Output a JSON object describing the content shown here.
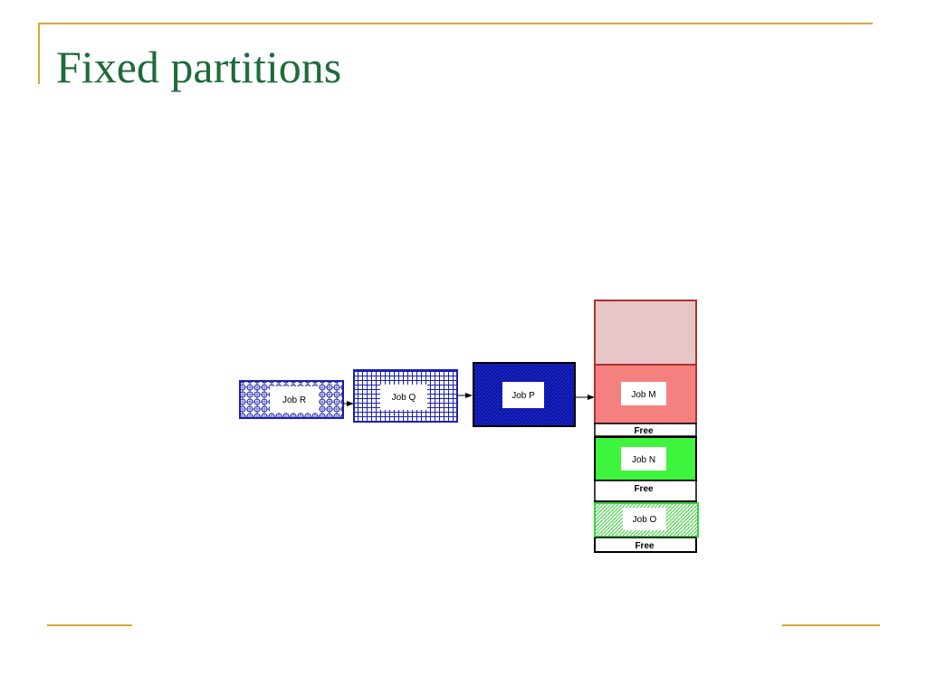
{
  "title": "Fixed partitions",
  "colors": {
    "title": "#1e6b3a",
    "accent_rule": "#d4a83a",
    "queue_blue": "#1a1fb0",
    "queue_dark_blue": "#0a12a8",
    "os_partition_fill": "#e6c6c6",
    "os_partition_border": "#b03030",
    "job_m_fill": "#f58080",
    "job_n_fill": "#3ef53e",
    "job_o_pattern": "#3ecf3e"
  },
  "queue": {
    "job_r": {
      "label": "Job R",
      "pattern": "circle-hatch"
    },
    "job_q": {
      "label": "Job Q",
      "pattern": "grid-hatch"
    },
    "job_p": {
      "label": "Job P",
      "pattern": "solid-dark"
    }
  },
  "memory": {
    "partitions": [
      {
        "id": "os",
        "label": "",
        "free_label": ""
      },
      {
        "id": "job-m",
        "label": "Job M",
        "free_label": "Free"
      },
      {
        "id": "job-n",
        "label": "Job N",
        "free_label": "Free"
      },
      {
        "id": "job-o",
        "label": "Job O",
        "free_label": "Free"
      }
    ]
  }
}
